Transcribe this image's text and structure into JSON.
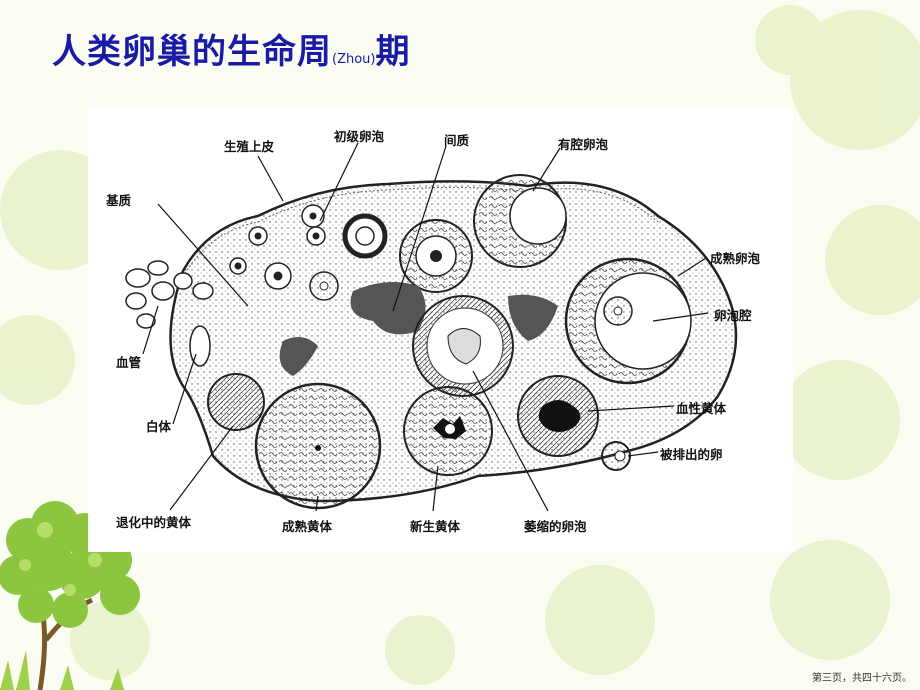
{
  "slide": {
    "title_main": "人类卵巢的生命周",
    "title_small": "(Zhou)",
    "title_end": "期",
    "page_number": "第三页，共四十六页。"
  },
  "diagram": {
    "labels": {
      "germinal_epithelium": "生殖上皮",
      "primary_follicle": "初级卵泡",
      "interstitium": "间质",
      "antral_follicle": "有腔卵泡",
      "stroma": "基质",
      "mature_follicle": "成熟卵泡",
      "follicular_cavity": "卵泡腔",
      "blood_vessel": "血管",
      "corpus_hemorrhagicum": "血性黄体",
      "corpus_albicans": "白体",
      "ovulated_ovum": "被排出的卵",
      "regressing_corpus_luteum": "退化中的黄体",
      "mature_corpus_luteum": "成熟黄体",
      "new_corpus_luteum": "新生黄体",
      "atretic_follicle": "萎缩的卵泡"
    }
  },
  "colors": {
    "title": "#1a1aa8",
    "tree_leaves": "#8cc63f",
    "background_circles": "#e4efbf"
  }
}
